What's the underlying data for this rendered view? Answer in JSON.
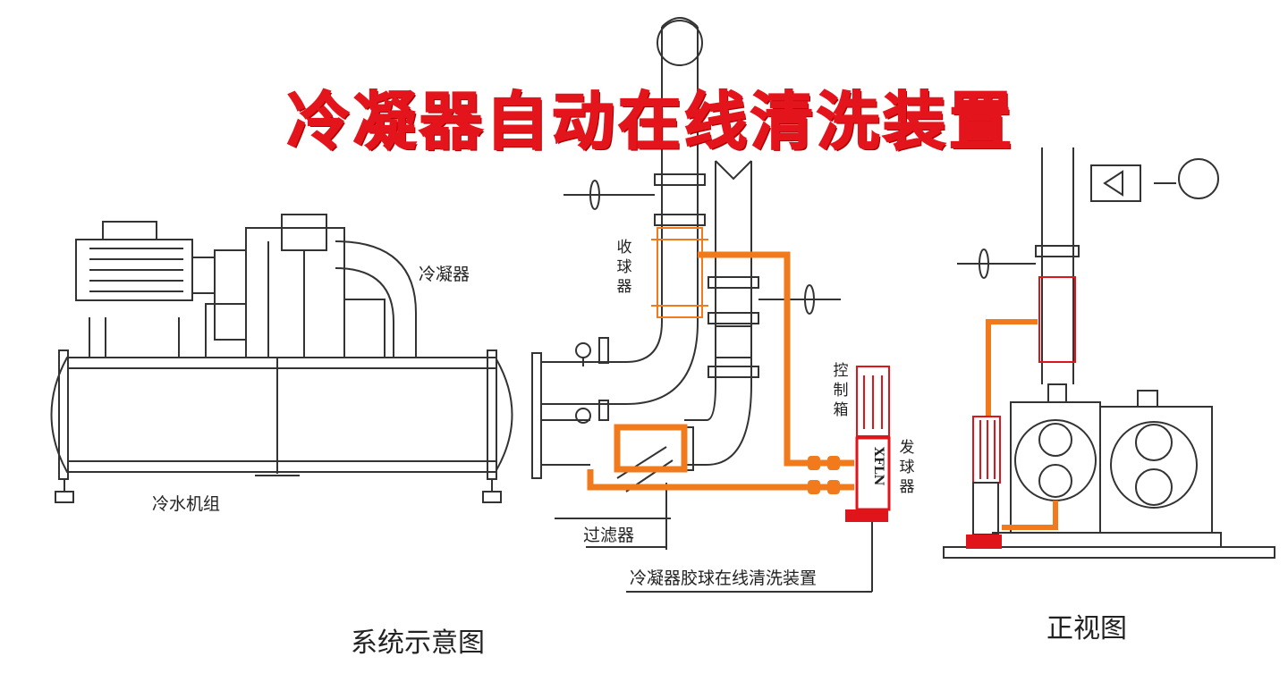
{
  "title": "冷凝器自动在线清洗装置",
  "labels": {
    "condenser": "冷凝器",
    "chiller_unit": "冷水机组",
    "ball_collector": "收球器",
    "control_box": "控制箱",
    "ball_launcher": "发球器",
    "filter": "过滤器",
    "device_name": "冷凝器胶球在线清洗装置",
    "device_mark": "XFLN"
  },
  "captions": {
    "system_view": "系统示意图",
    "front_view": "正视图"
  },
  "colors": {
    "title": "#e3141b",
    "orange_pipe": "#f07a1c",
    "red_part": "#e0141b",
    "line": "#333333"
  }
}
